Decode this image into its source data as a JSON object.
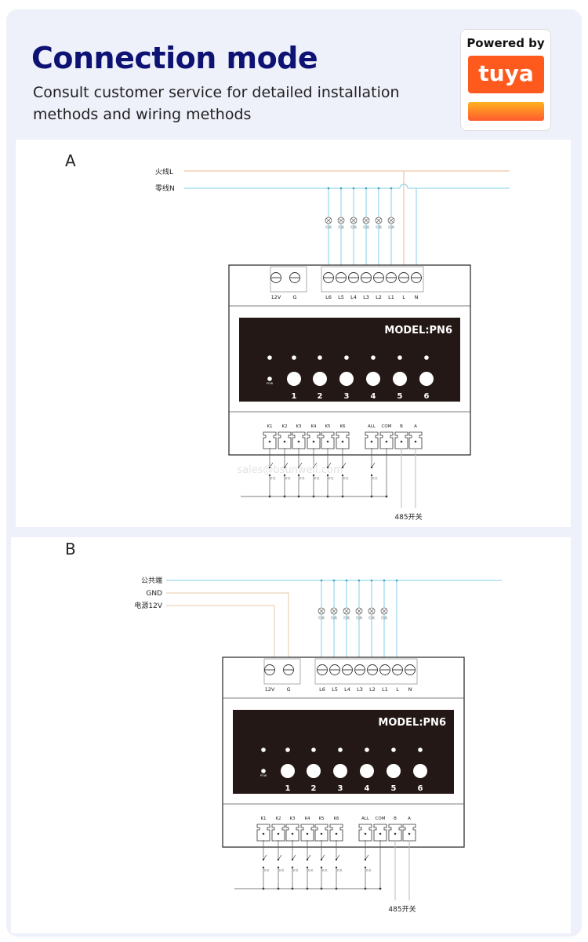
{
  "header": {
    "title": "Connection mode",
    "subtitle": "Consult customer service for detailed installation methods and wiring methods"
  },
  "badge": {
    "powered_by": "Powered by",
    "brand": "tuya"
  },
  "colors": {
    "title": "#0d1273",
    "live_wire": "#f0b48c",
    "neutral_wire": "#7fd0e8",
    "panel": "#231815",
    "tuya": "#ff5a1e"
  },
  "diagram_a": {
    "label": "A",
    "lines": [
      "火线L",
      "零线N"
    ],
    "device": {
      "top_terminals": [
        "12V",
        "G",
        "L6",
        "L5",
        "L4",
        "L3",
        "L2",
        "L1",
        "L",
        "N"
      ],
      "model": "MODEL:PN6",
      "pow": "POW",
      "buttons": [
        "1",
        "2",
        "3",
        "4",
        "5",
        "6"
      ],
      "bottom_terminals": [
        "K1",
        "K2",
        "K3",
        "K4",
        "K5",
        "K6",
        "ALL",
        "COM",
        "B",
        "A"
      ]
    },
    "switch_label": "开关",
    "lamp_label": "灯具",
    "rs485": "485开关",
    "watermark": "sales@bsunwell.com"
  },
  "diagram_b": {
    "label": "B",
    "lines": [
      "公共端",
      "GND",
      "电源12V"
    ],
    "device": {
      "top_terminals": [
        "12V",
        "G",
        "L6",
        "L5",
        "L4",
        "L3",
        "L2",
        "L1",
        "L",
        "N"
      ],
      "model": "MODEL:PN6",
      "pow": "POW",
      "buttons": [
        "1",
        "2",
        "3",
        "4",
        "5",
        "6"
      ],
      "bottom_terminals": [
        "K1",
        "K2",
        "K3",
        "K4",
        "K5",
        "K6",
        "ALL",
        "COM",
        "B",
        "A"
      ]
    },
    "switch_label": "开关",
    "lamp_label": "灯具",
    "rs485": "485开关"
  }
}
